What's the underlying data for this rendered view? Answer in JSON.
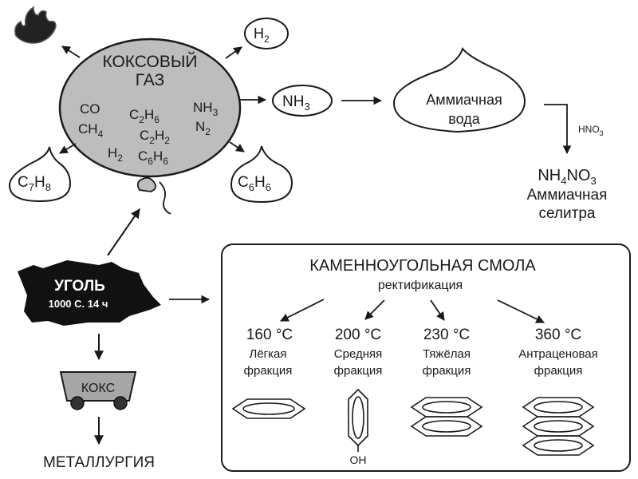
{
  "coke_gas": {
    "title_line1": "КОКСОВЫЙ",
    "title_line2": "ГАЗ",
    "components": [
      {
        "base": "CO",
        "sub": ""
      },
      {
        "base": "C",
        "sub": "2",
        "base2": "H",
        "sub2": "6"
      },
      {
        "base": "NH",
        "sub": "3"
      },
      {
        "base": "CH",
        "sub": "4"
      },
      {
        "base": "C",
        "sub": "2",
        "base2": "H",
        "sub2": "2"
      },
      {
        "base": "N",
        "sub": "2"
      },
      {
        "base": "H",
        "sub": "2"
      },
      {
        "base": "C",
        "sub": "6",
        "base2": "H",
        "sub2": "6"
      }
    ]
  },
  "products": {
    "h2": {
      "base": "H",
      "sub": "2"
    },
    "nh3": {
      "base": "NH",
      "sub": "3"
    },
    "c7h8": {
      "b1": "C",
      "s1": "7",
      "b2": "H",
      "s2": "8"
    },
    "c6h6": {
      "b1": "C",
      "s1": "6",
      "b2": "H",
      "s2": "6"
    },
    "fire_icon": "flame-icon"
  },
  "ammonia_water": {
    "line1": "Аммиачная",
    "line2": "вода"
  },
  "reagent": {
    "base": "HNO",
    "sub": "3"
  },
  "ammonium_nitrate": {
    "f1": "NH",
    "s1": "4",
    "f2": "NO",
    "s2": "3",
    "line2": "Аммиачная",
    "line3": "селитра"
  },
  "coal": {
    "label": "УГОЛЬ",
    "conditions": "1000 С. 14 ч"
  },
  "coke": {
    "label": "КОКС"
  },
  "metallurgy": {
    "label": "МЕТАЛЛУРГИЯ"
  },
  "tar": {
    "title": "КАМЕННОУГОЛЬНАЯ СМОЛА",
    "process": "ректификация",
    "fractions": [
      {
        "temp": "160 °С",
        "name1": "Лёгкая",
        "name2": "фракция",
        "structure": "benzene"
      },
      {
        "temp": "200 °С",
        "name1": "Средняя",
        "name2": "фракция",
        "structure": "phenol",
        "group": "OH"
      },
      {
        "temp": "230 °С",
        "name1": "Тяжёлая",
        "name2": "фракция",
        "structure": "naphthalene"
      },
      {
        "temp": "360 °С",
        "name1": "Антраценовая",
        "name2": "фракция",
        "structure": "anthracene"
      }
    ]
  }
}
